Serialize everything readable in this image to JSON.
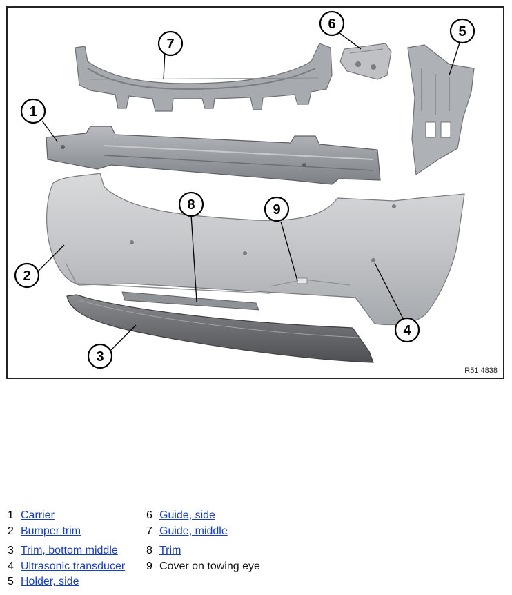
{
  "figure": {
    "ref_code": "R51 4838",
    "callouts": [
      "1",
      "2",
      "3",
      "4",
      "5",
      "6",
      "7",
      "8",
      "9"
    ]
  },
  "legend": {
    "items": [
      {
        "num": "1",
        "label": "Carrier",
        "link": true
      },
      {
        "num": "2",
        "label": "Bumper trim",
        "link": true
      },
      {
        "num": "3",
        "label": "Trim, bottom middle",
        "link": true
      },
      {
        "num": "4",
        "label": "Ultrasonic transducer",
        "link": true
      },
      {
        "num": "5",
        "label": "Holder, side",
        "link": true
      },
      {
        "num": "6",
        "label": "Guide, side",
        "link": true
      },
      {
        "num": "7",
        "label": "Guide, middle",
        "link": true
      },
      {
        "num": "8",
        "label": "Trim",
        "link": true
      },
      {
        "num": "9",
        "label": "Cover on towing eye",
        "link": false
      }
    ]
  },
  "colors": {
    "part_fill": "#c4c6c9",
    "part_dark": "#8c8f93",
    "trim_dark": "#5c5e62",
    "link": "#1a3fb8"
  }
}
